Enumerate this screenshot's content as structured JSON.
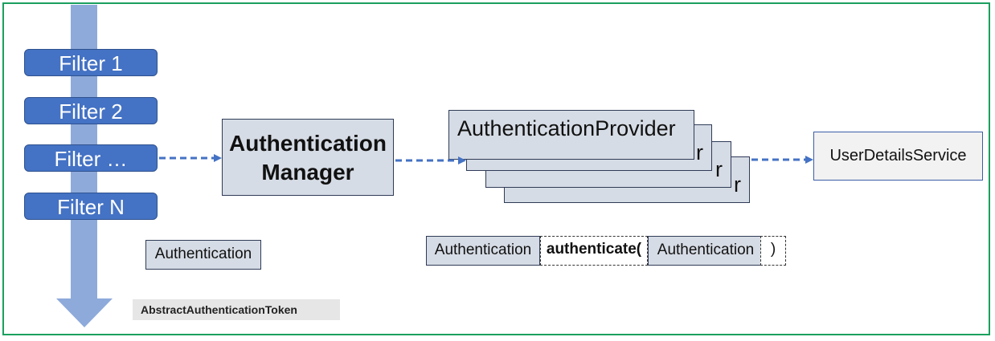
{
  "filters": [
    "Filter 1",
    "Filter 2",
    "Filter …",
    "Filter N"
  ],
  "manager": {
    "line1": "Authentication",
    "line2": "Manager"
  },
  "provider": {
    "label": "AuthenticationProvider",
    "stack_suffix": "r"
  },
  "user_details_service": "UserDetailsService",
  "authentication_label": "Authentication",
  "token_label": "AbstractAuthenticationToken",
  "signature": {
    "return_type": "Authentication",
    "method": "authenticate(",
    "param": "Authentication",
    "close": ")"
  },
  "colors": {
    "filter": "#4472c4",
    "flow": "#8eaadb",
    "box": "#d6dce5",
    "arrow": "#4472c4",
    "border": "#1aa05e"
  }
}
